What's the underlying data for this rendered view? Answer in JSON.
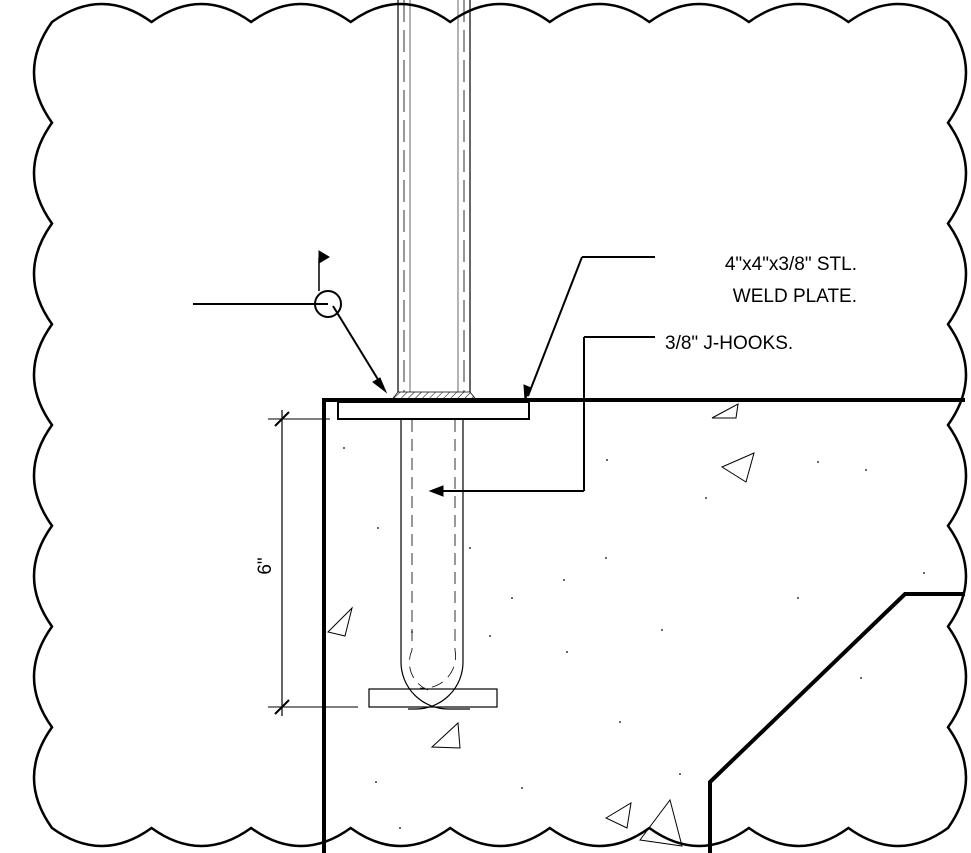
{
  "annotations": {
    "weld_plate_line1": "4\"x4\"x3/8\" STL.",
    "weld_plate_line2": "WELD PLATE.",
    "j_hooks": "3/8\" J-HOOKS.",
    "dimension_height": "6\""
  },
  "colors": {
    "line": "#000000",
    "background": "#ffffff"
  },
  "icons": {
    "weld_symbol": "weld-all-around-field-weld-symbol",
    "leader_arrow": "leader-arrowhead"
  }
}
